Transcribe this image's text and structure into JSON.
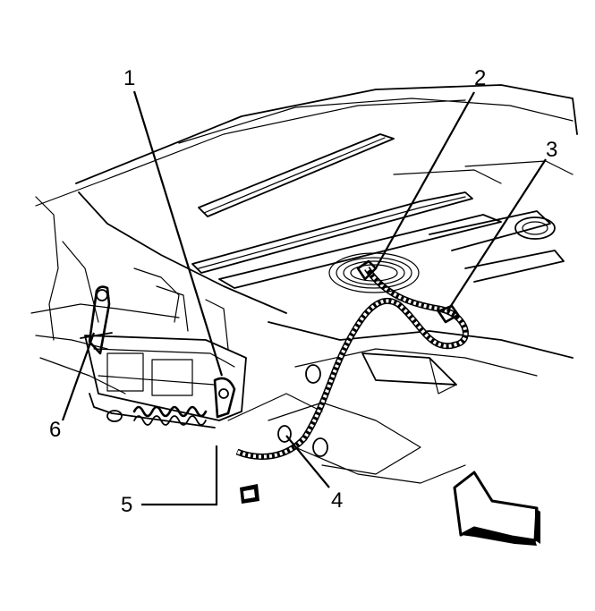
{
  "callouts": [
    {
      "id": "1",
      "label": "1"
    },
    {
      "id": "2",
      "label": "2"
    },
    {
      "id": "3",
      "label": "3"
    },
    {
      "id": "4",
      "label": "4"
    },
    {
      "id": "5",
      "label": "5"
    },
    {
      "id": "6",
      "label": "6"
    }
  ],
  "colors": {
    "line": "#000000",
    "background": "#ffffff"
  },
  "icons": {
    "view_direction": "view-direction-arrow-icon"
  }
}
